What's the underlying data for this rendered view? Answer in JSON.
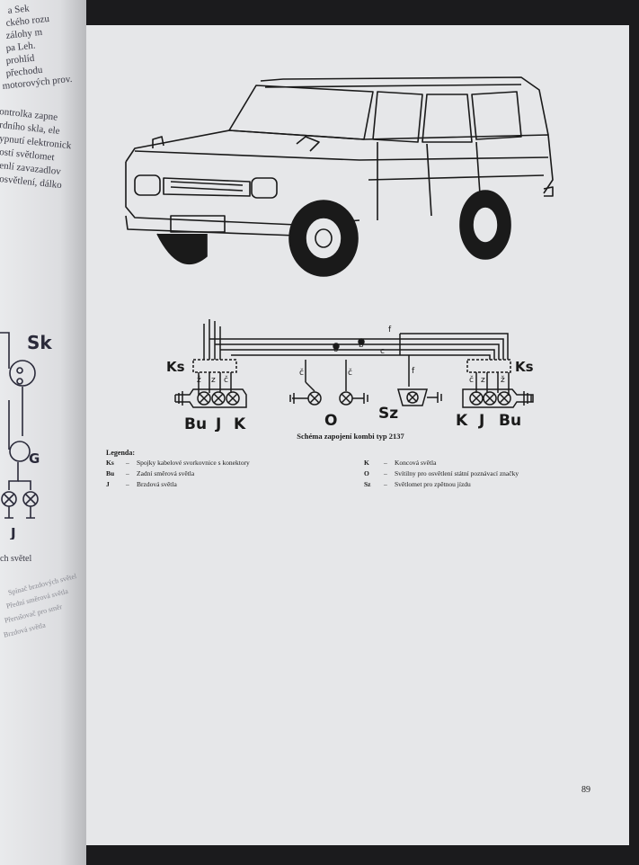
{
  "left_page": {
    "fragments": [
      "a  Sek",
      "ckého rozu",
      "zálohy m",
      "pa Leh.",
      "prohlíd ",
      "přechodu",
      "motorových prov.",
      "ontrolka zapne",
      "rdního skla, ele",
      "ypnutí elektronick",
      "ostí světlomet",
      "enlí zavazadlov",
      "osvětlení, dálko",
      "ch světel"
    ],
    "diagram_labels": {
      "sk": "Sk",
      "g": "G",
      "j": "J"
    },
    "rotated_list": [
      "Spínač brzdových světel",
      "Přední směrová světla",
      "Přerušovač pro směr",
      "Brzdová světla"
    ]
  },
  "diagram": {
    "ks_left": "Ks",
    "ks_right": "Ks",
    "bu_left": "Bu",
    "j_left": "J",
    "k_left": "K",
    "o": "O",
    "sz": "Sz",
    "k_right": "K",
    "j_right": "J",
    "bu_right": "Bu",
    "wire_labels": {
      "f_top": "f",
      "o_wire": "o",
      "b_wire": "b",
      "c_wire": "c",
      "f_mid": "f",
      "c_left": "č",
      "c_mid": "č",
      "z_left1": "ž",
      "z_left2": "z",
      "c_left2": "č",
      "c_right": "č",
      "z_right1": "z",
      "z_right2": "ž"
    }
  },
  "caption": "Schéma zapojení kombi typ 2137",
  "legend": {
    "title": "Legenda:",
    "left": [
      {
        "code": "Ks",
        "text": "Spojky kabelové svorkovnice s konektory"
      },
      {
        "code": "Bu",
        "text": "Zadní směrová světla"
      },
      {
        "code": "J",
        "text": "Brzdová světla"
      }
    ],
    "right": [
      {
        "code": "K",
        "text": "Koncová světla"
      },
      {
        "code": "O",
        "text": "Svítilny pro osvětlení státní poznávací značky"
      },
      {
        "code": "Sz",
        "text": "Světlomet pro zpětnou jízdu"
      }
    ]
  },
  "page_number": "89"
}
